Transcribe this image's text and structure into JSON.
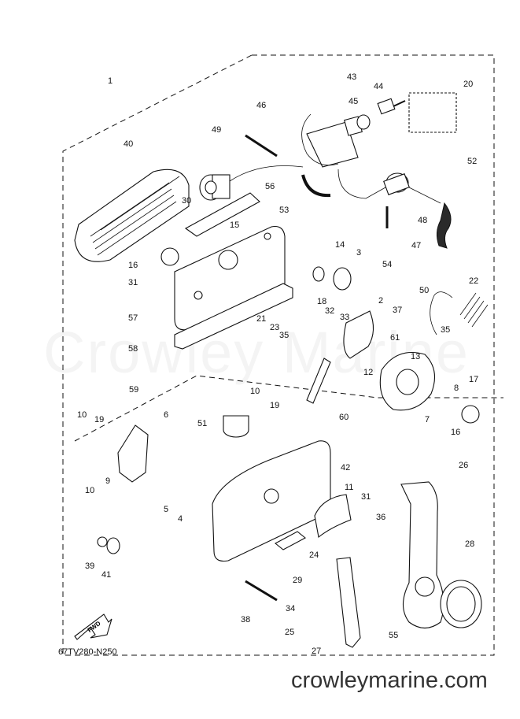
{
  "diagram": {
    "watermark": "Crowley Marine",
    "site_url": "crowleymarine.com",
    "figure_code": "67TV280-N250",
    "direction_badge": "FWD",
    "part_numbers": [
      "1",
      "2",
      "3",
      "4",
      "5",
      "6",
      "7",
      "8",
      "9",
      "10",
      "11",
      "12",
      "13",
      "14",
      "15",
      "16",
      "17",
      "18",
      "19",
      "20",
      "21",
      "22",
      "23",
      "24",
      "25",
      "26",
      "27",
      "28",
      "29",
      "30",
      "31",
      "32",
      "33",
      "34",
      "35",
      "36",
      "37",
      "38",
      "39",
      "40",
      "41",
      "42",
      "43",
      "44",
      "45",
      "46",
      "47",
      "48",
      "49",
      "50",
      "51",
      "52",
      "53",
      "54",
      "55",
      "56",
      "57",
      "58",
      "59",
      "60",
      "61"
    ]
  }
}
